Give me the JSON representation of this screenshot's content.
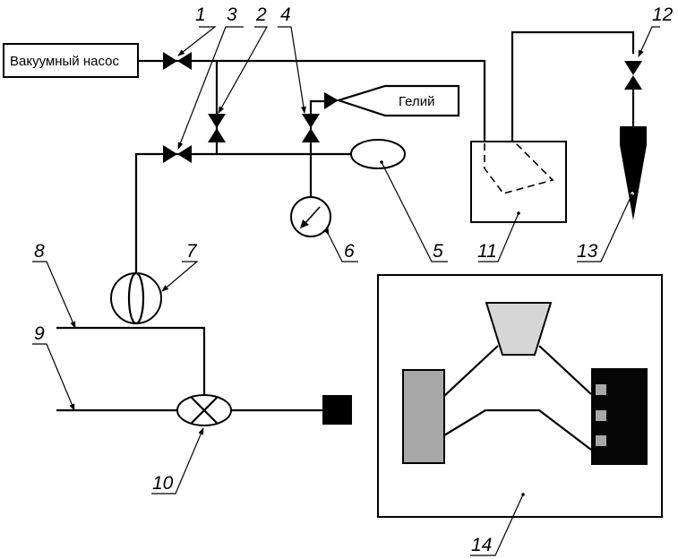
{
  "diagram": {
    "components": {
      "vacuum_pump": "Вакуумный насос",
      "helium": "Гелий"
    },
    "labels": {
      "l1": "1",
      "l2": "2",
      "l3": "3",
      "l4": "4",
      "l5": "5",
      "l6": "6",
      "l7": "7",
      "l8": "8",
      "l9": "9",
      "l10": "10",
      "l11": "11",
      "l12": "12",
      "l13": "13",
      "l14": "14"
    },
    "colors": {
      "line": "#000000",
      "trapezoid_fill": "#d6d6d6",
      "left_block_fill": "#a8a8a8",
      "right_block_fill": "#050505",
      "port_fill": "#a8a8a8"
    }
  }
}
